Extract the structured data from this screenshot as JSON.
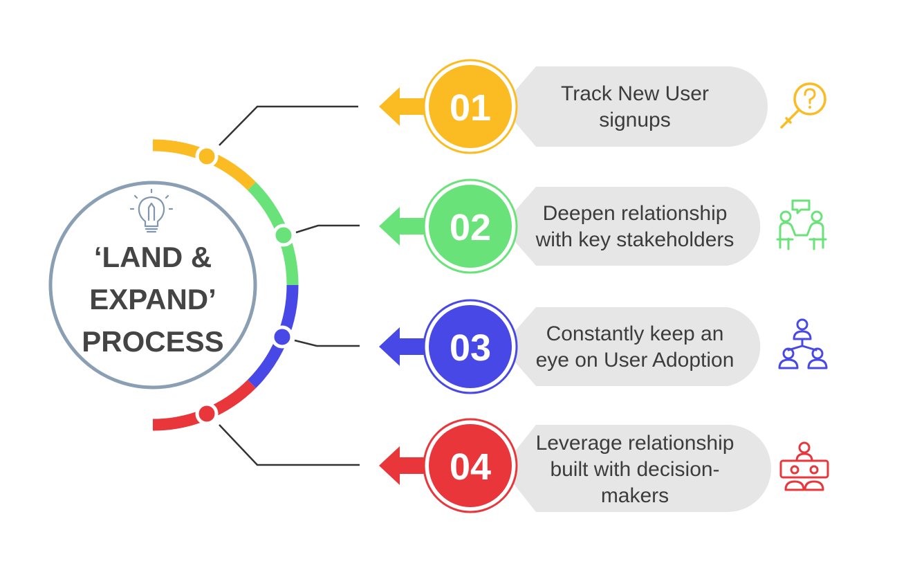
{
  "title": {
    "lines": [
      "‘LAND &",
      "EXPAND’",
      "PROCESS"
    ],
    "icon": "lightbulb-pencil-icon"
  },
  "steps": [
    {
      "number": "01",
      "lines": [
        "Track New User",
        "signups"
      ],
      "color": "#FBBC23",
      "icon": "magnifier-question-icon"
    },
    {
      "number": "02",
      "lines": [
        "Deepen relationship",
        "with key stakeholders"
      ],
      "color": "#69E27A",
      "icon": "meeting-people-icon"
    },
    {
      "number": "03",
      "lines": [
        "Constantly keep an",
        "eye on User Adoption"
      ],
      "color": "#4848E6",
      "icon": "team-hierarchy-icon"
    },
    {
      "number": "04",
      "lines": [
        "Leverage relationship",
        "built with decision-",
        "makers"
      ],
      "color": "#E8363B",
      "icon": "conference-table-icon"
    }
  ],
  "colors": {
    "ring": "#8A9FB3",
    "connector": "#333333",
    "pill": "#E6E6E6",
    "title_text": "#444444",
    "desc_text": "#3C3C3C"
  }
}
